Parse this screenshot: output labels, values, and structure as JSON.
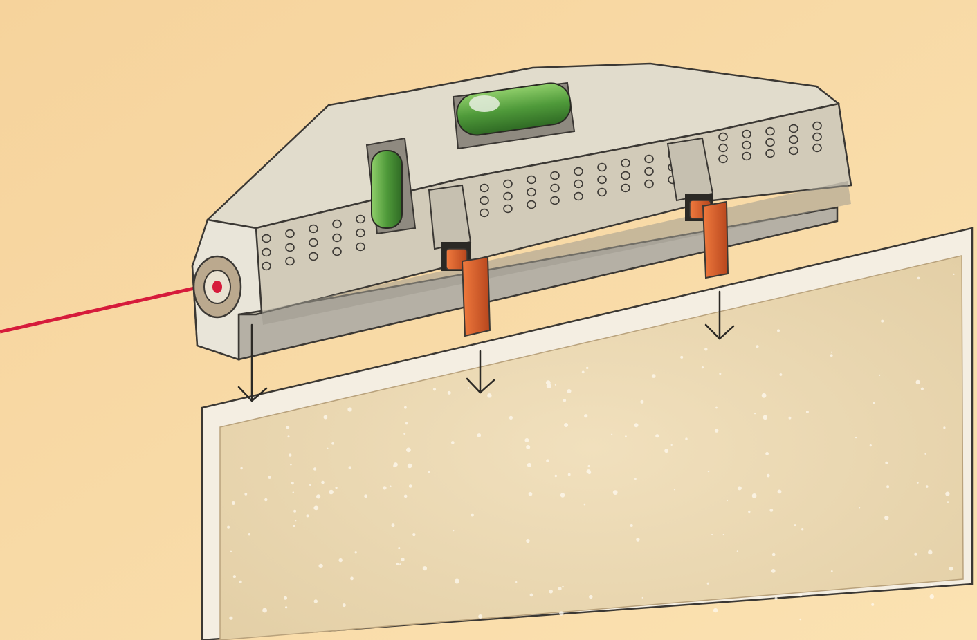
{
  "illustration": {
    "subject": "laser-level",
    "colors": {
      "background": "#f7d9a3",
      "level_body": "#d2cbb9",
      "level_top": "#e1dccc",
      "level_shadow": "#9f9a8f",
      "vial_green": "#4f9a3a",
      "clip_orange": "#d5592a",
      "laser_beam": "#d61b3b",
      "frame": "#f4eee2",
      "board_fill": "#ead8b3",
      "outline": "#3b3834"
    },
    "parts": [
      {
        "name": "laser-aperture"
      },
      {
        "name": "horizontal-vial"
      },
      {
        "name": "vertical-vial"
      },
      {
        "name": "mounting-clip-left"
      },
      {
        "name": "mounting-clip-right"
      },
      {
        "name": "framed-board"
      },
      {
        "name": "placement-arrows"
      }
    ]
  }
}
